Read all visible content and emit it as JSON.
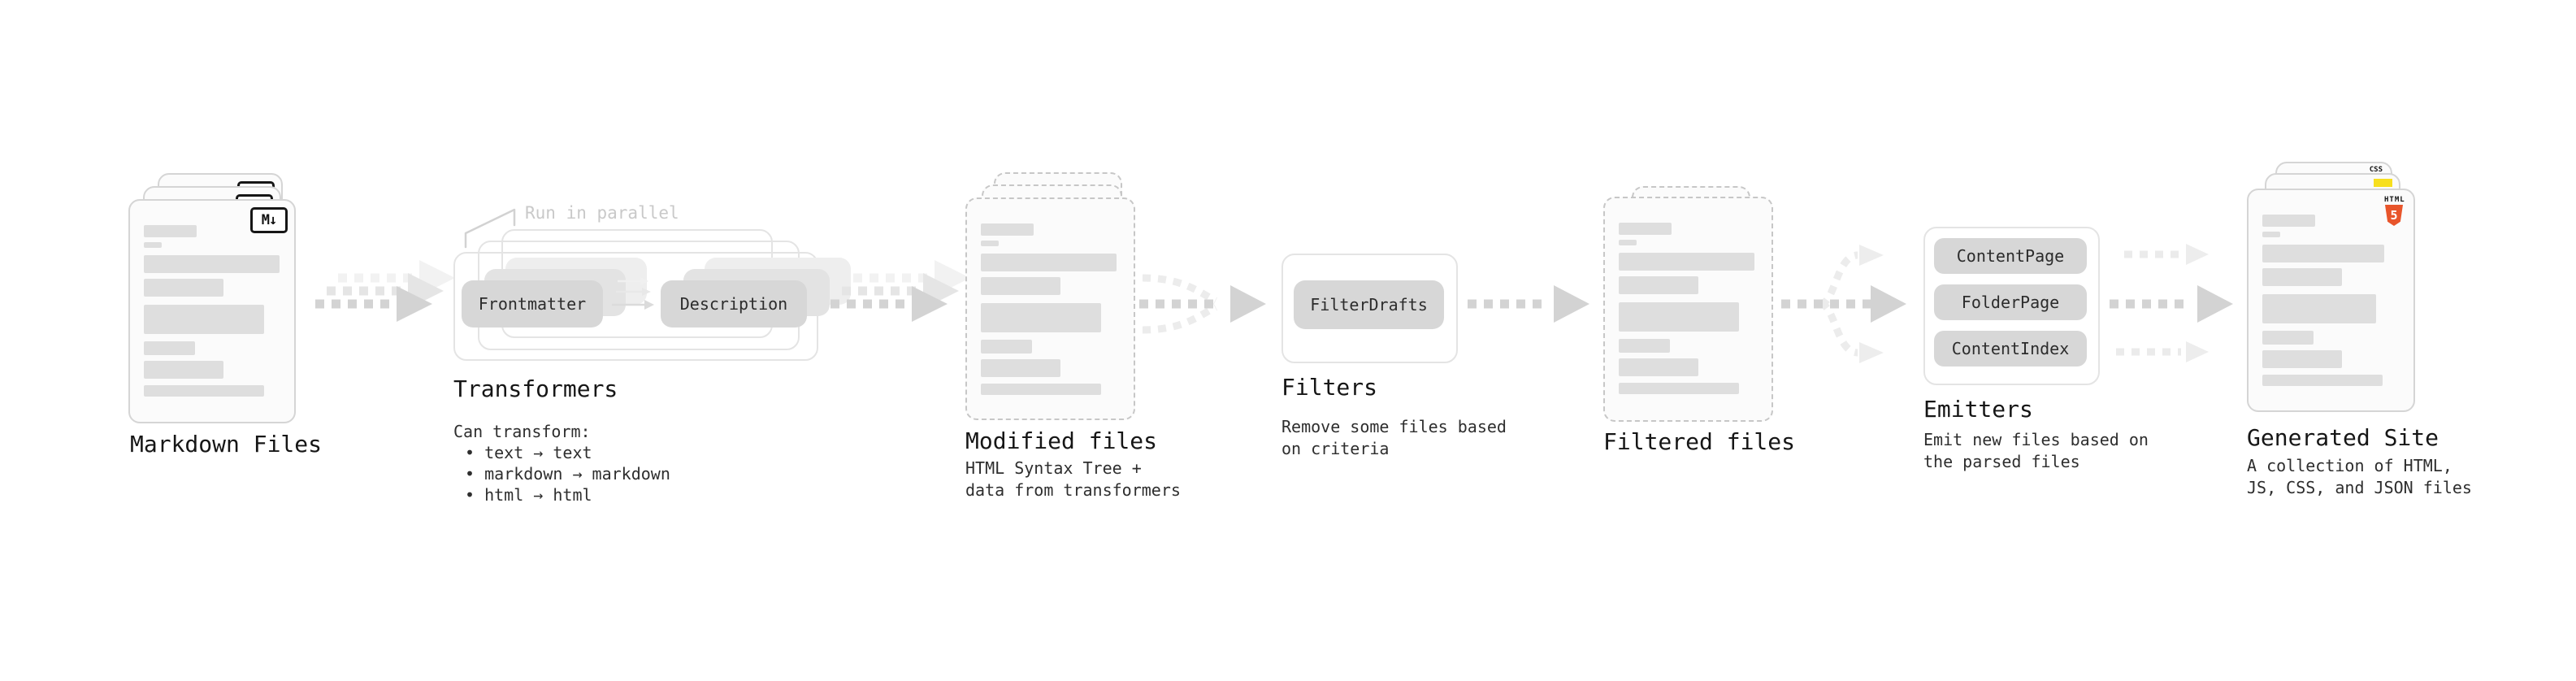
{
  "colors": {
    "html5_orange": "#e8552b",
    "js_yellow": "#f7df1e",
    "css_blue": "#2a65e8",
    "pill_gray": "#d7d7d7",
    "arrow_gray": "#d3d3d3",
    "annotation_gray": "#c9c9c9"
  },
  "stages": {
    "markdown": {
      "title": "Markdown Files",
      "icon": "M↓"
    },
    "transformers": {
      "annotation": "Run in parallel",
      "pill_left": "Frontmatter",
      "pill_right": "Description",
      "title": "Transformers",
      "desc": "Can transform:",
      "bullets": [
        "• text → text",
        "• markdown → markdown",
        "• html → html"
      ]
    },
    "modified": {
      "title": "Modified files",
      "desc_line1": "HTML Syntax Tree +",
      "desc_line2": "data from transformers"
    },
    "filters": {
      "pill": "FilterDrafts",
      "title": "Filters",
      "desc_line1": "Remove some files based",
      "desc_line2": "on criteria"
    },
    "filtered": {
      "title": "Filtered files"
    },
    "emitters": {
      "pills": [
        "ContentPage",
        "FolderPage",
        "ContentIndex"
      ],
      "title": "Emitters",
      "desc_line1": "Emit new files based on",
      "desc_line2": "the parsed files"
    },
    "site": {
      "badge_css": "CSS",
      "badge_html_word": "HTML",
      "badge_html_number": "5",
      "title": "Generated Site",
      "desc_line1": "A collection of HTML,",
      "desc_line2": "JS, CSS, and JSON files"
    }
  }
}
